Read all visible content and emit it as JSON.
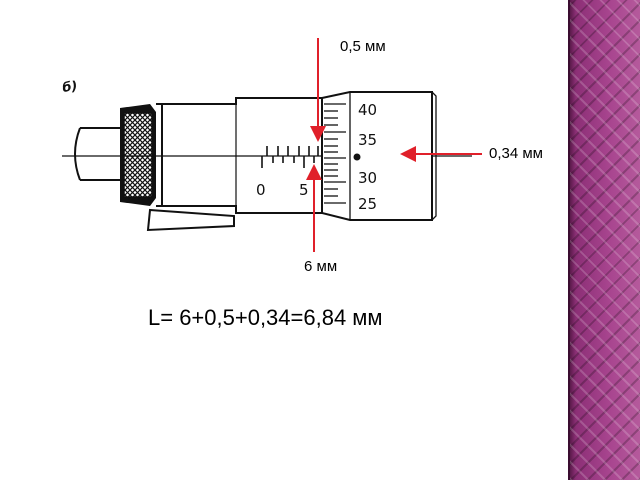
{
  "figure": {
    "panel_label": "б)",
    "sleeve_scale_numbers": [
      "0",
      "5"
    ],
    "thimble_scale_numbers": [
      "40",
      "35",
      "30",
      "25"
    ]
  },
  "annotations": {
    "half_mm": "0,5 мм",
    "thimble_reading": "0,34 мм",
    "sleeve_reading": "6 мм"
  },
  "formula": "L= 6+0,5+0,34=6,84 мм",
  "colors": {
    "arrow": "#e0202a",
    "sidebar": "#9a3a82"
  }
}
